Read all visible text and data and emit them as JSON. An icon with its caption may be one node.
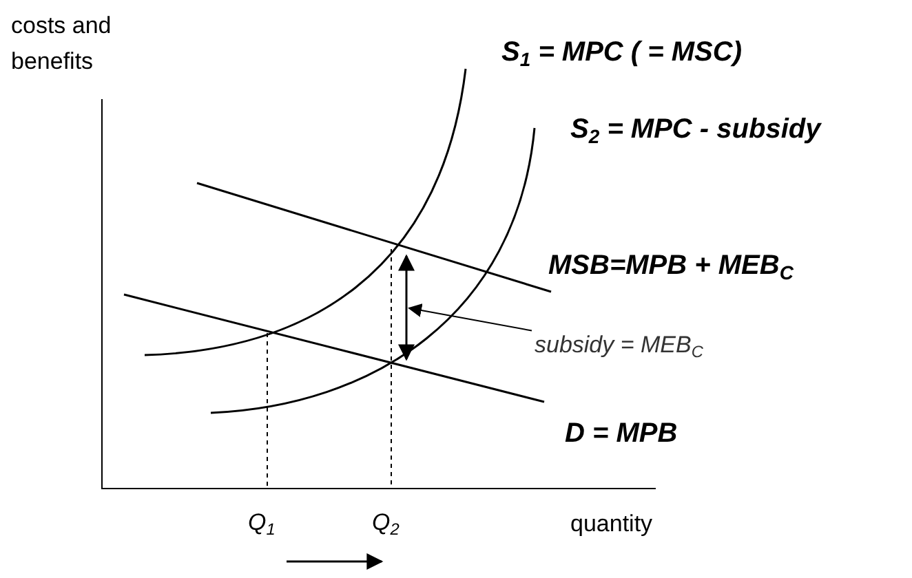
{
  "diagram": {
    "nodes": [
      {
        "text": [],
        "shape": "arrow"
      },
      {
        "text": [
          "subsidy = MEB$_{C}$"
        ]
      }
    ],
    "edges": [
      {
        "from": 1,
        "to": 0,
        "arrow": "to"
      }
    ],
    "labels": [
      "costs and benefits",
      "S$_{1}$ = MPC  ( = MSC)",
      "S$_{2}$ = MPC - subsidy",
      "MSB=MPB + MEB$_{C}$",
      "D = MPB",
      "Q$_{1}$",
      "Q$_{2}$",
      "quantity"
    ]
  }
}
